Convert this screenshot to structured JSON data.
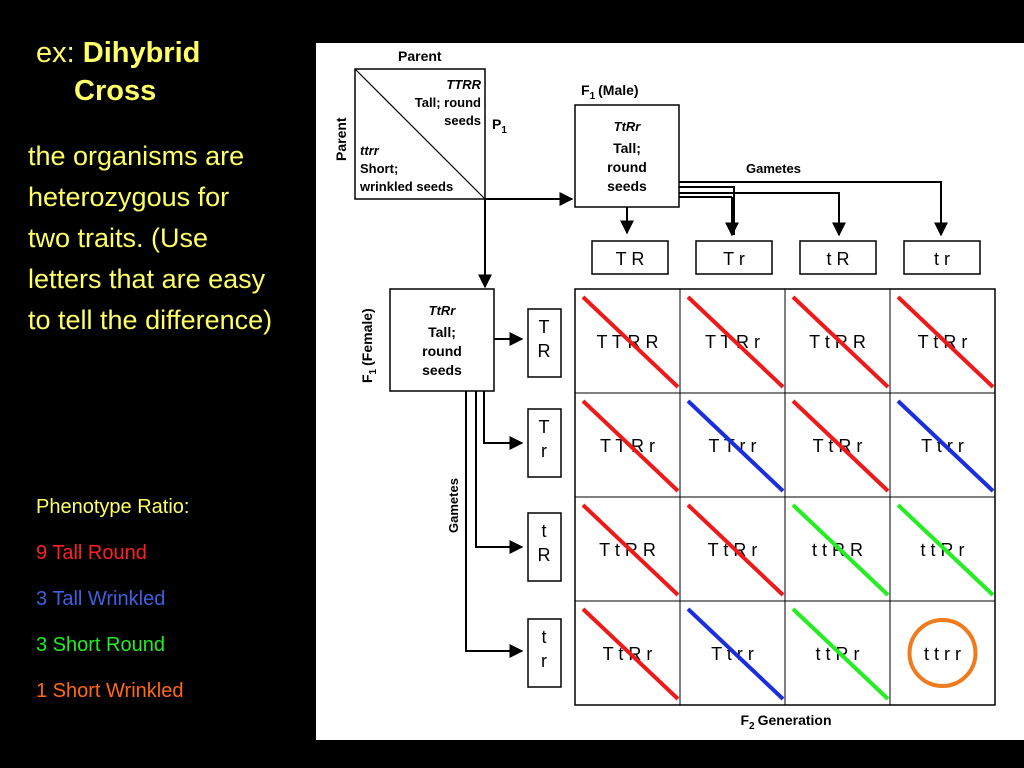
{
  "slide": {
    "title_prefix": "ex:",
    "title_bold_1": "Dihybrid",
    "title_bold_2": "Cross",
    "description": "the organisms are heterozygous for two traits. (Use letters that are easy to tell the difference)"
  },
  "ratio": {
    "heading": "Phenotype Ratio:",
    "items": [
      {
        "text": "9 Tall Round",
        "color": "#ff2020"
      },
      {
        "text": "3 Tall Wrinkled",
        "color": "#4060e0"
      },
      {
        "text": "3 Short Round",
        "color": "#20ee20"
      },
      {
        "text": "1 Short Wrinkled",
        "color": "#ff6a10"
      }
    ]
  },
  "diagram": {
    "parent_label_top": "Parent",
    "parent_label_side": "Parent",
    "p1_label": "P",
    "p1_sub": "1",
    "parent1_genotype": "TTRR",
    "parent1_line1": "Tall; round",
    "parent1_line2": "seeds",
    "parent2_genotype": "ttrr",
    "parent2_line1": "Short;",
    "parent2_line2": "wrinkled seeds",
    "f1_male_label_pre": "F",
    "f1_male_label_sub": "1",
    "f1_male_label_post": "(Male)",
    "f1_female_label_pre": "F",
    "f1_female_label_sub": "1",
    "f1_female_label_post": "(Female)",
    "f1_genotype": "TtRr",
    "f1_line1": "Tall;",
    "f1_line2": "round",
    "f1_line3": "seeds",
    "gametes_label": "Gametes",
    "male_gametes": [
      "T R",
      "T r",
      "t R",
      "t r"
    ],
    "female_gametes": [
      [
        "T",
        "R"
      ],
      [
        "T",
        "r"
      ],
      [
        "t",
        "R"
      ],
      [
        "t",
        "r"
      ]
    ],
    "grid": [
      [
        "T T R R",
        "T T R r",
        "T t R R",
        "T t R r"
      ],
      [
        "T T R r",
        "T T r r",
        "T t R r",
        "T t r r"
      ],
      [
        "T t R R",
        "T t R r",
        "t t R R",
        "t t R r"
      ],
      [
        "T t R r",
        "T t r r",
        "t t R r",
        "t t r r"
      ]
    ],
    "grid_marks": [
      [
        "red",
        "red",
        "red",
        "red"
      ],
      [
        "red",
        "blue",
        "red",
        "blue"
      ],
      [
        "red",
        "red",
        "green",
        "green"
      ],
      [
        "red",
        "blue",
        "green",
        "circle"
      ]
    ],
    "mark_colors": {
      "red": "#ee1a1a",
      "blue": "#1a2ee0",
      "green": "#22ee22",
      "circle": "#f07a1c"
    },
    "f2_label_pre": "F",
    "f2_label_sub": "2",
    "f2_label_post": "Generation"
  }
}
